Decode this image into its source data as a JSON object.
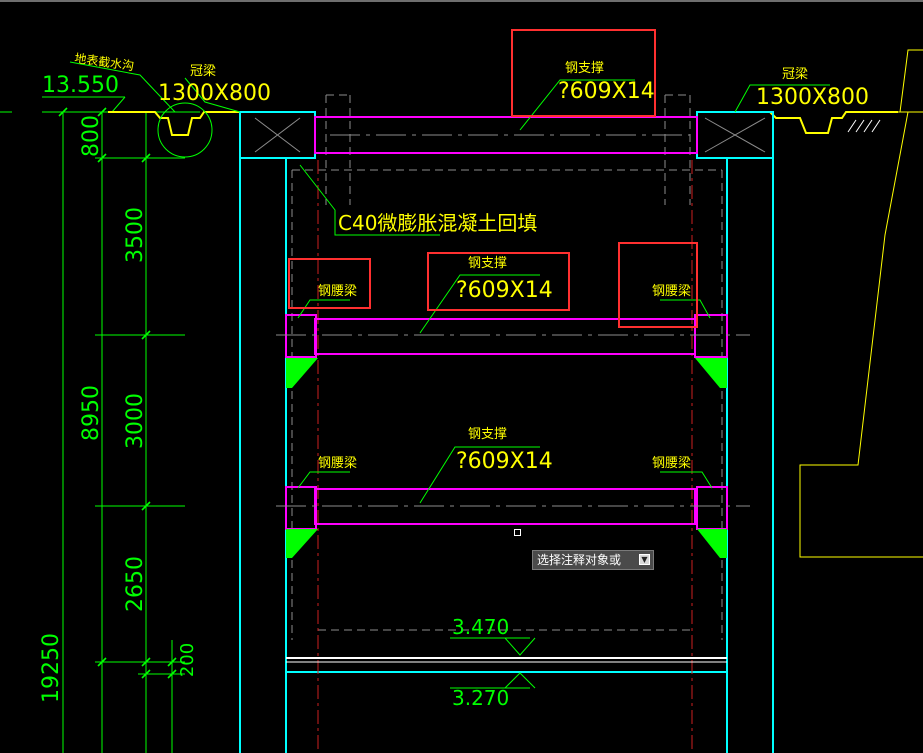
{
  "colors": {
    "background": "#000000",
    "cyan": "#00ffff",
    "magenta": "#ff00ff",
    "yellow": "#ffff00",
    "green": "#00ff00",
    "red_marker": "#ff3030",
    "white": "#ffffff",
    "dim_line": "#8c8c8c"
  },
  "labels": {
    "ground_drain": "地表截水沟",
    "elevation_top": "13.550",
    "crown_beam_left": "冠梁",
    "crown_beam_left_size": "1300X800",
    "crown_beam_right": "冠梁",
    "crown_beam_right_size": "1300X800",
    "steel_support_1": "钢支撑",
    "steel_support_1_size": "?609X14",
    "c40_fill": "C40微膨胀混凝土回填",
    "steel_support_2": "钢支撑",
    "steel_support_2_size": "?609X14",
    "steel_waist_beam_2_left": "钢腰梁",
    "steel_waist_beam_2_right": "钢腰梁",
    "steel_support_3": "钢支撑",
    "steel_support_3_size": "?609X14",
    "steel_waist_beam_3_left": "钢腰梁",
    "steel_waist_beam_3_right": "钢腰梁",
    "elevation_mid": "3.470",
    "elevation_bottom": "3.270"
  },
  "dimensions": {
    "d800": "800",
    "d3500": "3500",
    "d3000": "3000",
    "d2650": "2650",
    "d200": "200",
    "d8950": "8950",
    "d19250": "19250"
  },
  "tooltip": {
    "text": "选择注释对象或",
    "dropdown_icon": "chevron-down-icon"
  }
}
